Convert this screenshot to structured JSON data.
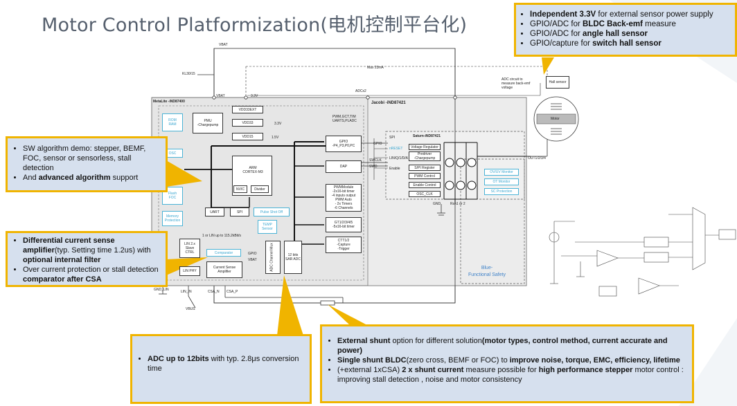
{
  "title": "Motor Control Platformization(电机控制平台化)",
  "callouts": {
    "top_right": [
      {
        "b": "Independent 3.3V",
        "t": " for external sensor power supply"
      },
      {
        "t": "GPIO/ADC for ",
        "b": "BLDC Back-emf",
        "t2": " measure"
      },
      {
        "t": "GPIO/ADC for ",
        "b": "angle hall sensor"
      },
      {
        "t": "GPIO/capture for ",
        "b": "switch hall sensor"
      }
    ],
    "left_top": {
      "item1": "SW algorithm demo: stepper, BEMF, FOC, sensor or sensorless,  stall detection",
      "item2_pre": "And ",
      "item2_b": "advanced algorithm",
      "item2_post": " support"
    },
    "left_mid": {
      "item1_b1": "Differential current sense amplifier",
      "item1_t": "(typ. Setting time 1.2us) with ",
      "item1_b2": "optional internal filter",
      "item2_t": "Over current protection or stall detection ",
      "item2_b": "comparator after  CSA"
    },
    "bottom_mid": {
      "b": "ADC up to 12bits",
      "t": " with typ. 2.8μs conversion time"
    },
    "bottom_right": {
      "i1_b": "External shunt",
      "i1_t": " option for different solution",
      "i1_b2": "(motor types, control method, current accurate and power)",
      "i2_b": "Single shunt BLDC",
      "i2_t": "(zero cross, BEMF or FOC) to ",
      "i2_b2": "improve noise, torque, EMC, efficiency, lifetime",
      "i3_t": "(+external 1xCSA) ",
      "i3_b": "2 x shunt current",
      "i3_t2": " measure possible for ",
      "i3_b2": "high performance stepper",
      "i3_t3": " motor control : improving stall detection , noise and motor consistency"
    }
  },
  "diagram": {
    "vbat_top": "VBAT",
    "vbat2": "VBAT",
    "v3v3": "3.3V",
    "kl30": "KL30/15",
    "meta_chip": "MetaLite -iND87400",
    "jacobi_chip": "Jacobi -iND87421",
    "saturn_chip": "Saturn-iND87421",
    "adcx2": "ADCx2",
    "max_ratio": "Max 23mA",
    "adc_note": "ADC circuit to measure back-emf voltage",
    "hall_sensor": "Hall sensor",
    "motor": "Motor",
    "outs": "OUT1/2/3/4",
    "pmu": "PMU",
    "pmu_sub": "-Chargepump",
    "vdd33ext": "VDD33EXT",
    "vdd33": "VDD33",
    "vdd15": "VDD15",
    "v33": "3.3V",
    "v15": "1.5V",
    "rom": "ROM",
    "rom2": "RAM",
    "osc": "OSC",
    "flash": "Flash",
    "flash2": "FOC",
    "mem": "Memory",
    "mem2": "Protection",
    "arm": "ARM",
    "arm2": "CORTEX-M3",
    "nvic": "NVIC",
    "divider": "Divider",
    "uart": "UART",
    "spi": "SPI",
    "pulse_shot": "Pulse Shot Off",
    "temp": "TEMP",
    "temp2": "Sensor",
    "gpio": "GPIO",
    "gpio_sub": "-P4_P3,P0,PC",
    "pwm_lines": "PWM,GCT,TIM",
    "uarts": "UARTS,PLADC",
    "dap": "DAP",
    "pwm": "PWMModule",
    "pwm2": "-2x16-bit timer",
    "pwm3": "-4 inputs output",
    "pwm4": "PWM Auto",
    "pwm5": "- 2x Timers",
    "pwm6": "-6 Channels",
    "gt": "GT1/2/3/4/5",
    "gt2": "-5x16-bit timer",
    "ctc": "CTT1/2",
    "ctc2": "-Capture",
    "ctc3": "-Trigger",
    "lin": "LIN 2.x",
    "lin2": "Slave",
    "lin3": "CTRL",
    "lin_phy": "LIN PHY",
    "comparator": "Comparator",
    "csa": "Current Sense",
    "csa2": "Amplifier",
    "mux": "ADC Channel Mux",
    "adc": "12 bits",
    "adc2": "SAR ADC",
    "gpio2": "GPIO",
    "vbat3": "VBAT",
    "lin_note": "1 or LIN up to 115.2kBit/s",
    "spi_lbl": "SPI",
    "nreset": "nRESET",
    "lin01": "LIN/Q/1/D/A",
    "enable": "Enable",
    "swdio": "SWCLK",
    "swd": "SWD",
    "gpio3": "GPIO",
    "vr": "Voltage Regulator",
    "pred": "Predriver",
    "pred2": "-Chargepump",
    "s_reg": "S/PI Register",
    "pwm_ctrl": "PWM Control",
    "en_ctrl": "Enable Control",
    "osc_clk": "OSC_CLK",
    "ovuv": "OV/UV Monitor",
    "ot": "OT Monitor",
    "sc": "SC Protection",
    "gnd": "GND",
    "gnd_lin": "GND_LIN",
    "lin_in": "LIN_IN",
    "csa_n": "CSA_N",
    "csa_p": "CSA_P",
    "vbus": "VBUS",
    "shunt": "Rsh1 or 2",
    "blue_fs": "Blue-",
    "blue_fs2": "Functional Safety"
  }
}
